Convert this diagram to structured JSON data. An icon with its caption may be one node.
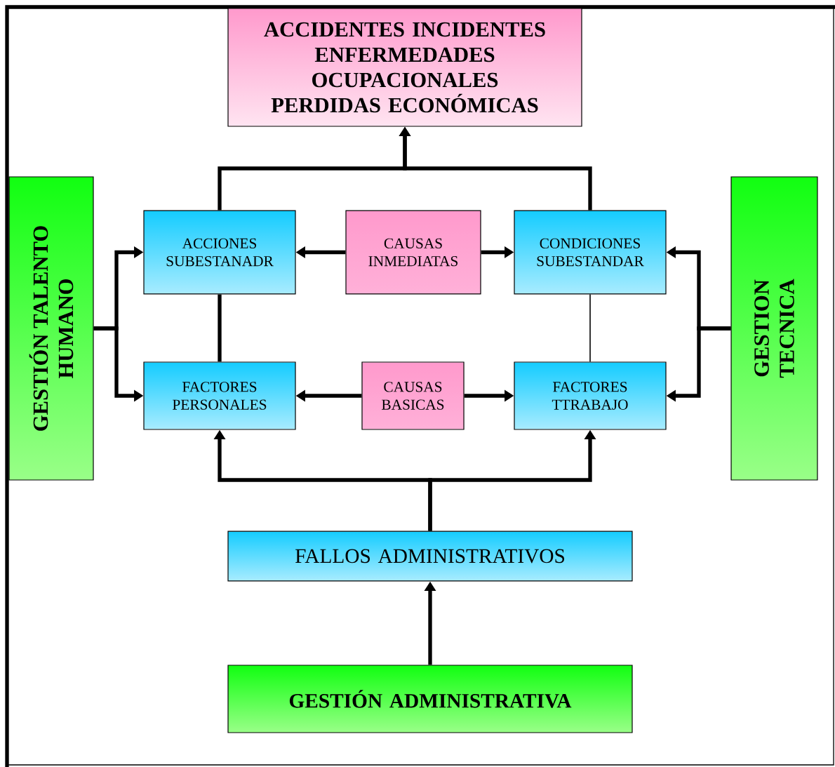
{
  "diagram": {
    "nodes": [
      {
        "text": [
          "ACCIDENTES INCIDENTES ENFERMEDADES OCUPACIONALES PERDIDAS ECONÓMICAS"
        ]
      },
      {
        "text": [
          "GESTIÓN TALENTO HUMANO"
        ]
      },
      {
        "text": [
          "ACCIONES SUBESTANADR"
        ]
      },
      {
        "text": [
          "CAUSAS INMEDIATAS"
        ]
      },
      {
        "text": [
          "CONDICIONES SUBESTANDAR"
        ]
      },
      {
        "text": [
          "GESTION TECNICA"
        ]
      },
      {
        "text": [
          "FACTORES PERSONALES"
        ]
      },
      {
        "text": [
          "CAUSAS BASICAS"
        ]
      },
      {
        "text": [
          "FACTORES TTRABAJO"
        ]
      },
      {
        "text": [
          "FALLOS ADMINISTRATIVOS"
        ]
      },
      {
        "text": [
          "GESTIÓN ADMINISTRATIVA"
        ]
      }
    ],
    "edges": [
      {
        "from": 2,
        "to": 0,
        "arrow": "to"
      },
      {
        "from": 4,
        "to": 0,
        "arrow": "to"
      },
      {
        "from": 3,
        "to": 2,
        "arrow": "to"
      },
      {
        "from": 3,
        "to": 4,
        "arrow": "to"
      },
      {
        "from": 1,
        "to": 2,
        "arrow": "to"
      },
      {
        "from": 1,
        "to": 6,
        "arrow": "to"
      },
      {
        "from": 5,
        "to": 4,
        "arrow": "to"
      },
      {
        "from": 5,
        "to": 8,
        "arrow": "to"
      },
      {
        "from": 2,
        "to": 6,
        "arrow": "none"
      },
      {
        "from": 4,
        "to": 8,
        "arrow": "none"
      },
      {
        "from": 7,
        "to": 6,
        "arrow": "to"
      },
      {
        "from": 7,
        "to": 8,
        "arrow": "to"
      },
      {
        "from": 9,
        "to": 6,
        "arrow": "to"
      },
      {
        "from": 9,
        "to": 8,
        "arrow": "to"
      },
      {
        "from": 10,
        "to": 9,
        "arrow": "to"
      }
    ]
  }
}
